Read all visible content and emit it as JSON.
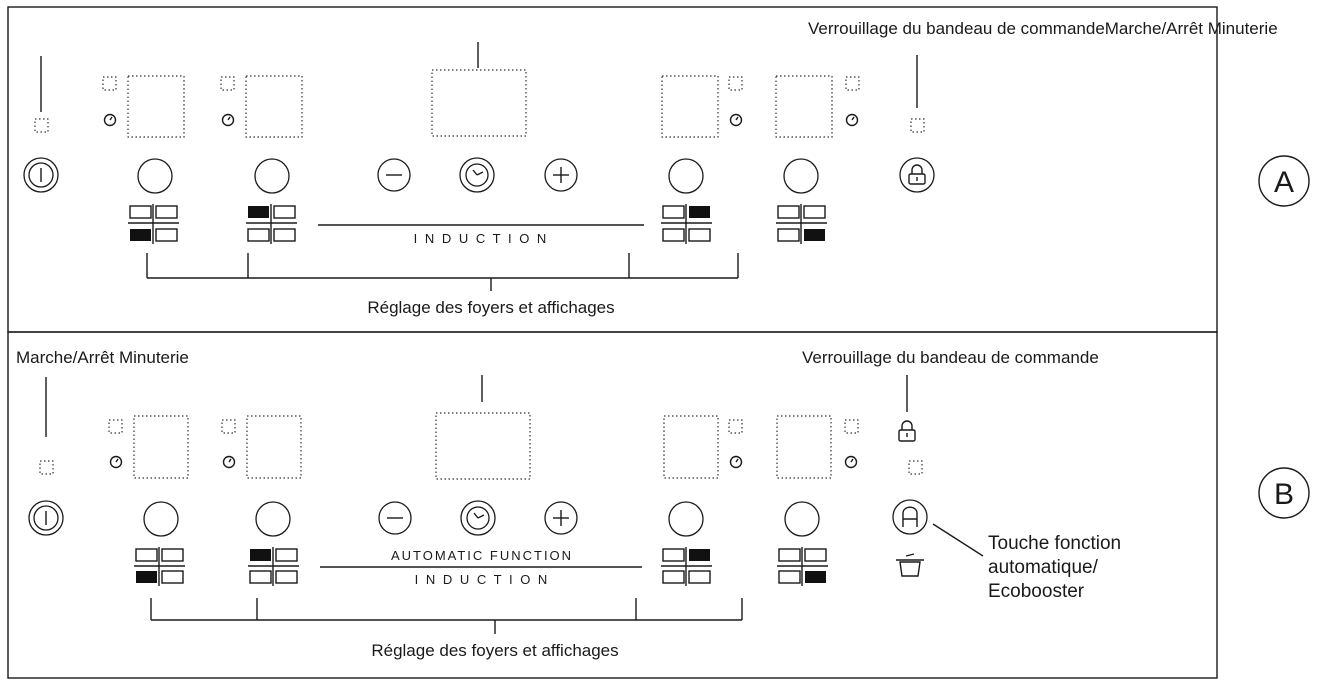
{
  "panels": [
    {
      "id": "A",
      "badge": "A",
      "label_top_right": "Verrouillage du bandeau de commandeMarche/Arrêt Minuterie",
      "label_bottom": "Réglage des foyers et affichages",
      "brand_text": "I N D U C T I O N"
    },
    {
      "id": "B",
      "badge": "B",
      "label_top_left": "Marche/Arrêt Minuterie",
      "label_top_right": "Verrouillage du bandeau de commande",
      "automatic_text": "AUTOMATIC FUNCTION",
      "brand_text": "I N D U C T I O N",
      "label_bottom": "Réglage des foyers et affichages",
      "side_label": [
        "Touche fonction",
        "automatique/",
        "Ecobooster"
      ]
    }
  ],
  "icons": {
    "power": "power-icon",
    "minus": "minus-icon",
    "plus": "plus-icon",
    "timer": "timer-icon",
    "lock": "lock-icon",
    "auto": "auto-function-icon",
    "pot": "pot-icon",
    "zone": "zone-selector-icon"
  }
}
